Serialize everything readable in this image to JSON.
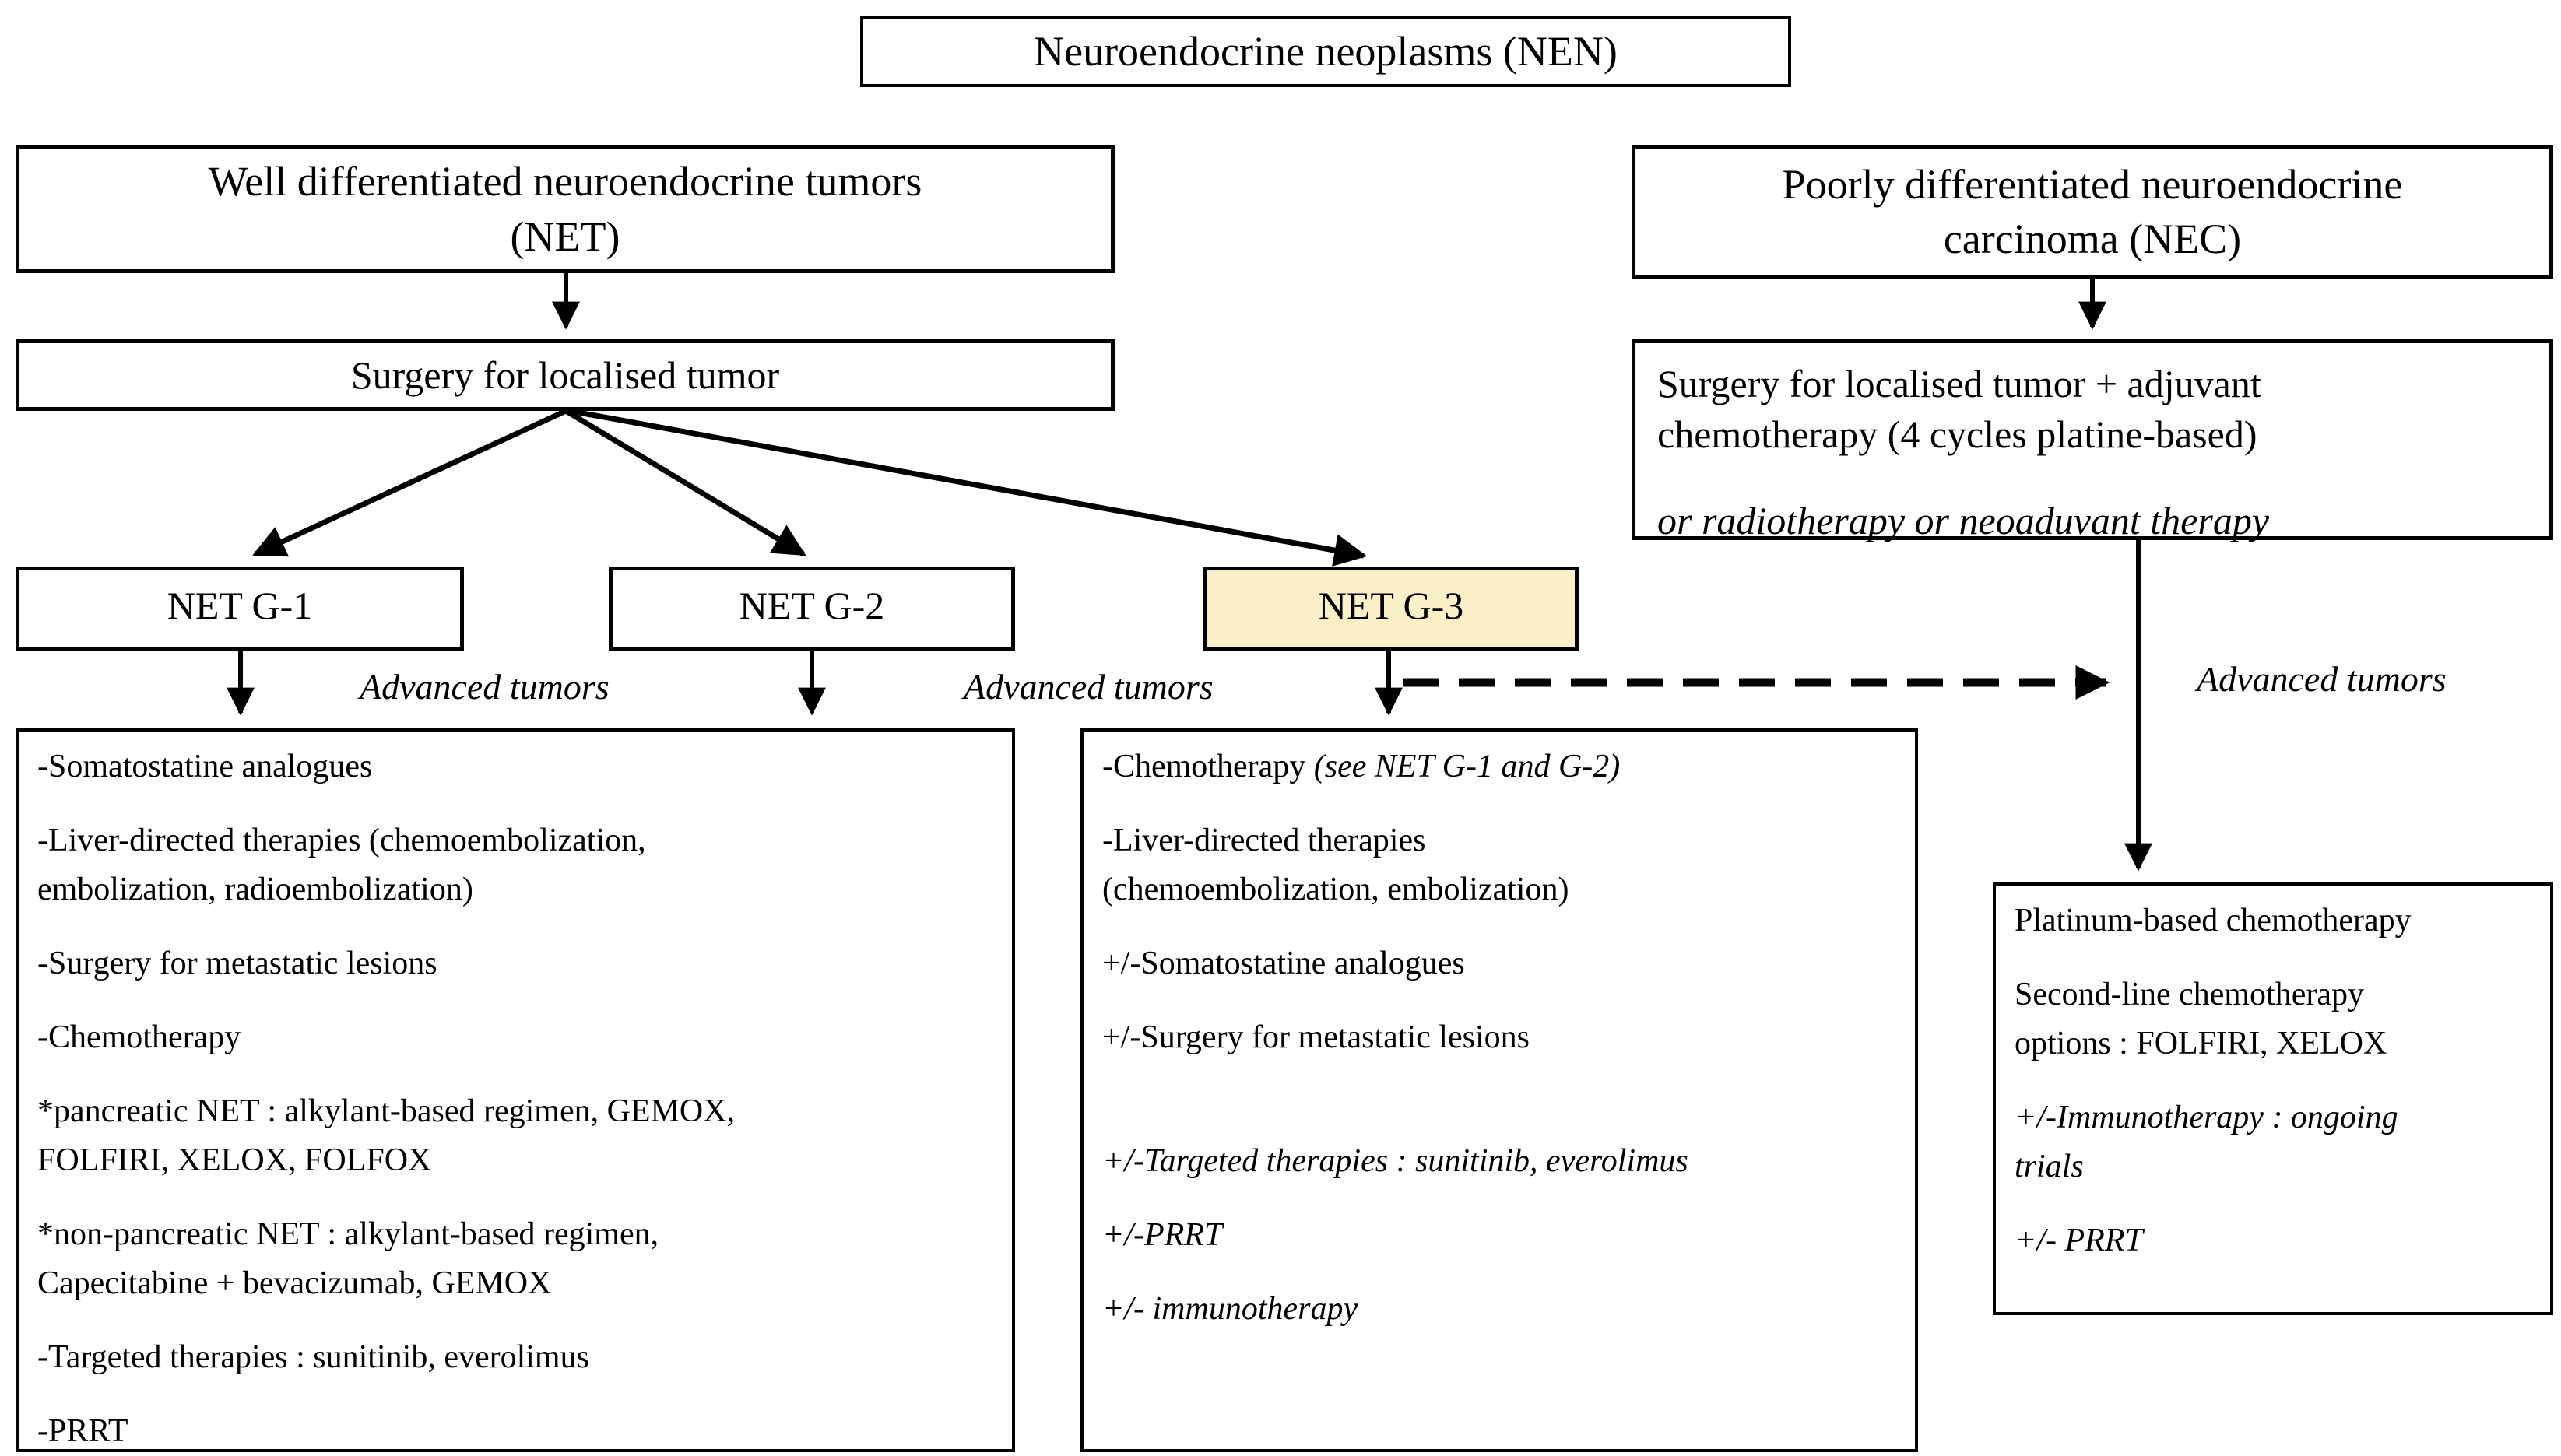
{
  "title": "Neuroendocrine neoplasms (NEN)",
  "colors": {
    "background": "#FFFFFF",
    "box_border": "#000000",
    "text": "#000000",
    "net_g3_fill": "#FBEFC8"
  },
  "labels": {
    "advanced_left": "Advanced tumors",
    "advanced_mid": "Advanced tumors",
    "advanced_right": "Advanced tumors"
  },
  "net_branch": {
    "header": "Well differentiated neuroendocrine tumors\n(NET)",
    "surgery": "Surgery for localised tumor",
    "grades": [
      "NET G-1",
      "NET G-2",
      "NET G-3"
    ],
    "g12_treatments": [
      {
        "runs": [
          {
            "t": "-Somatostatine analogues"
          }
        ]
      },
      {
        "runs": [
          {
            "t": "-Liver-directed therapies (chemoembolization,\nembolization, radioembolization)"
          }
        ]
      },
      {
        "runs": [
          {
            "t": "-Surgery for metastatic lesions"
          }
        ]
      },
      {
        "runs": [
          {
            "t": "-Chemotherapy"
          }
        ]
      },
      {
        "runs": [
          {
            "t": "*pancreatic NET : alkylant-based regimen, GEMOX,\nFOLFIRI, XELOX, FOLFOX"
          }
        ]
      },
      {
        "runs": [
          {
            "t": "*non-pancreatic NET : alkylant-based regimen,\nCapecitabine + bevacizumab, GEMOX"
          }
        ]
      },
      {
        "runs": [
          {
            "t": "-Targeted therapies : sunitinib, everolimus"
          }
        ]
      },
      {
        "runs": [
          {
            "t": "-PRRT"
          }
        ]
      }
    ],
    "g3_treatments": [
      {
        "runs": [
          {
            "t": "-Chemotherapy "
          },
          {
            "t": "(see NET G-1 and G-2)",
            "italic": true
          }
        ]
      },
      {
        "runs": [
          {
            "t": "-Liver-directed therapies\n(chemoembolization, embolization)"
          }
        ]
      },
      {
        "runs": [
          {
            "t": "+/-Somatostatine analogues"
          }
        ]
      },
      {
        "runs": [
          {
            "t": "+/-Surgery for metastatic lesions"
          }
        ]
      },
      {
        "runs": [
          {
            "t": "+/-Targeted therapies : sunitinib, everolimus",
            "italic": true
          }
        ],
        "gap": true
      },
      {
        "runs": [
          {
            "t": "+/-PRRT",
            "italic": true
          }
        ]
      },
      {
        "runs": [
          {
            "t": "+/- immunotherapy",
            "italic": true
          }
        ]
      }
    ]
  },
  "nec_branch": {
    "header": "Poorly differentiated neuroendocrine\ncarcinoma (NEC)",
    "surgery_main": "Surgery for localised tumor + adjuvant\nchemotherapy (4 cycles platine-based)",
    "surgery_alt": "or radiotherapy or neoaduvant therapy",
    "treatments": [
      {
        "runs": [
          {
            "t": "Platinum-based chemotherapy"
          }
        ]
      },
      {
        "runs": [
          {
            "t": "Second-line chemotherapy\noptions : FOLFIRI, XELOX"
          }
        ]
      },
      {
        "runs": [
          {
            "t": "+/-Immunotherapy : ongoing\ntrials",
            "italic": true
          }
        ]
      },
      {
        "runs": [
          {
            "t": "+/- PRRT",
            "italic": true
          }
        ]
      }
    ]
  }
}
